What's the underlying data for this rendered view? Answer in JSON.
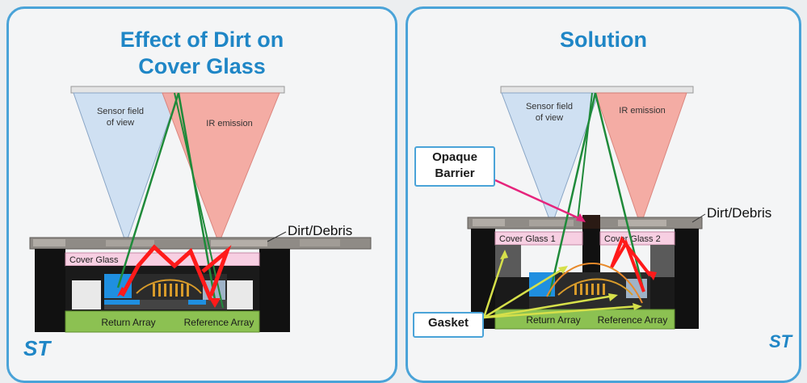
{
  "left_panel": {
    "title_line1": "Effect of Dirt on",
    "title_line2": "Cover Glass",
    "labels": {
      "sensor_fov_line1": "Sensor field",
      "sensor_fov_line2": "of view",
      "ir_emission": "IR emission",
      "dirt_debris": "Dirt/Debris",
      "cover_glass": "Cover Glass",
      "return_array": "Return Array",
      "reference_array": "Reference Array"
    }
  },
  "right_panel": {
    "title": "Solution",
    "labels": {
      "sensor_fov_line1": "Sensor field",
      "sensor_fov_line2": "of view",
      "ir_emission": "IR emission",
      "dirt_debris": "Dirt/Debris",
      "cover_glass_1": "Cover Glass 1",
      "cover_glass_2": "Cover Glass 2",
      "return_array": "Return Array",
      "reference_array": "Reference Array"
    },
    "callouts": {
      "opaque_barrier_line1": "Opaque",
      "opaque_barrier_line2": "Barrier",
      "gasket": "Gasket"
    }
  },
  "logo_text": "ST",
  "colors": {
    "panel_border": "#4aa3d8",
    "title": "#1f86c6",
    "sensor_cone": "#cfe0f2",
    "ir_cone": "#f4a59c",
    "cover_glass": "#f7cfe2",
    "pcb": "#8cc152",
    "ray_green": "#1f8a3a",
    "ray_red": "#ff1a1a",
    "arrow_yellow": "#d6e04a",
    "barrier_line": "#e6247c"
  }
}
